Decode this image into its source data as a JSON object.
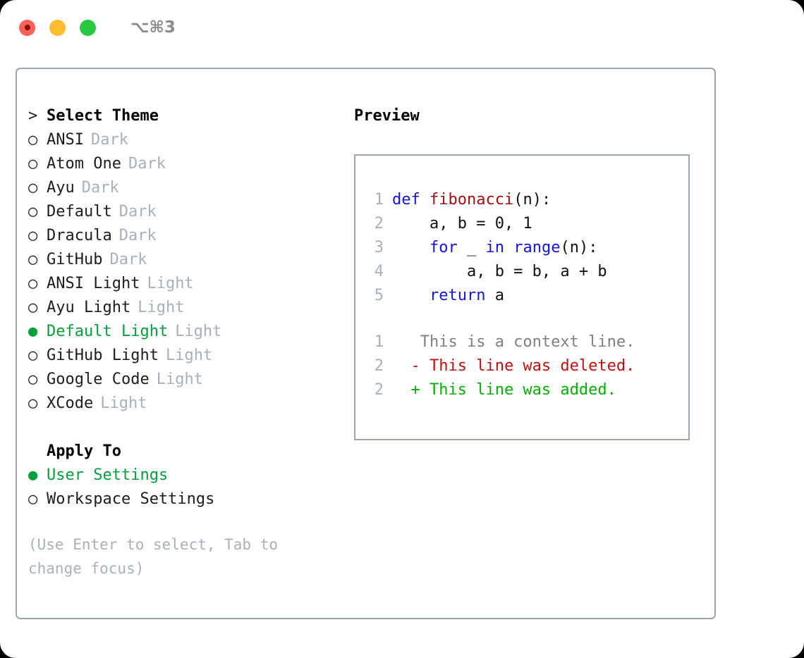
{
  "titlebar": {
    "shortcut": "⌥⌘3",
    "buttons": {
      "close": "close",
      "minimize": "minimize",
      "maximize": "maximize"
    }
  },
  "theme_picker": {
    "heading": "Select Theme",
    "heading_marker": ">",
    "marker_selected": "●",
    "marker_unselected": "○",
    "items": [
      {
        "label": "ANSI",
        "variant": "Dark",
        "selected": false
      },
      {
        "label": "Atom One",
        "variant": "Dark",
        "selected": false
      },
      {
        "label": "Ayu",
        "variant": "Dark",
        "selected": false
      },
      {
        "label": "Default",
        "variant": "Dark",
        "selected": false
      },
      {
        "label": "Dracula",
        "variant": "Dark",
        "selected": false
      },
      {
        "label": "GitHub",
        "variant": "Dark",
        "selected": false
      },
      {
        "label": "ANSI Light",
        "variant": "Light",
        "selected": false
      },
      {
        "label": "Ayu Light",
        "variant": "Light",
        "selected": false
      },
      {
        "label": "Default Light",
        "variant": "Light",
        "selected": true
      },
      {
        "label": "GitHub Light",
        "variant": "Light",
        "selected": false
      },
      {
        "label": "Google Code",
        "variant": "Light",
        "selected": false
      },
      {
        "label": "XCode",
        "variant": "Light",
        "selected": false
      }
    ]
  },
  "apply_to": {
    "heading": "Apply To",
    "items": [
      {
        "label": "User Settings",
        "selected": true
      },
      {
        "label": "Workspace Settings",
        "selected": false
      }
    ]
  },
  "hint": "(Use Enter to select, Tab to change focus)",
  "preview": {
    "title": "Preview",
    "code_lines": [
      {
        "no": "1",
        "tokens": [
          {
            "t": "def ",
            "c": "kw"
          },
          {
            "t": "fibonacci",
            "c": "fn"
          },
          {
            "t": "(n):",
            "c": "txt"
          }
        ]
      },
      {
        "no": "2",
        "tokens": [
          {
            "t": "    a, b = 0, 1",
            "c": "txt"
          }
        ]
      },
      {
        "no": "3",
        "tokens": [
          {
            "t": "    ",
            "c": "txt"
          },
          {
            "t": "for ",
            "c": "kw"
          },
          {
            "t": "_ ",
            "c": "txt"
          },
          {
            "t": "in ",
            "c": "kw"
          },
          {
            "t": "range",
            "c": "kw"
          },
          {
            "t": "(n):",
            "c": "txt"
          }
        ]
      },
      {
        "no": "4",
        "tokens": [
          {
            "t": "        a, b = b, a + b",
            "c": "txt"
          }
        ]
      },
      {
        "no": "5",
        "tokens": [
          {
            "t": "    ",
            "c": "txt"
          },
          {
            "t": "return ",
            "c": "kw"
          },
          {
            "t": "a",
            "c": "txt"
          }
        ]
      }
    ],
    "diff_lines": [
      {
        "no": "1",
        "tokens": [
          {
            "t": "   This is a context line.",
            "c": "ctx"
          }
        ]
      },
      {
        "no": "2",
        "tokens": [
          {
            "t": "  - This line was deleted.",
            "c": "del"
          }
        ]
      },
      {
        "no": "2",
        "tokens": [
          {
            "t": "  + This line was added.",
            "c": "add"
          }
        ]
      }
    ]
  },
  "colors": {
    "accent_green": "#00a13a",
    "muted": "#a7b0bd",
    "border": "#9aa4b5",
    "keyword": "#1414e0",
    "function": "#a01010",
    "diff_added": "#00b000",
    "diff_deleted": "#c01010",
    "traffic_red": "#ff5f57",
    "traffic_amber": "#febc2e",
    "traffic_green": "#28c840"
  }
}
